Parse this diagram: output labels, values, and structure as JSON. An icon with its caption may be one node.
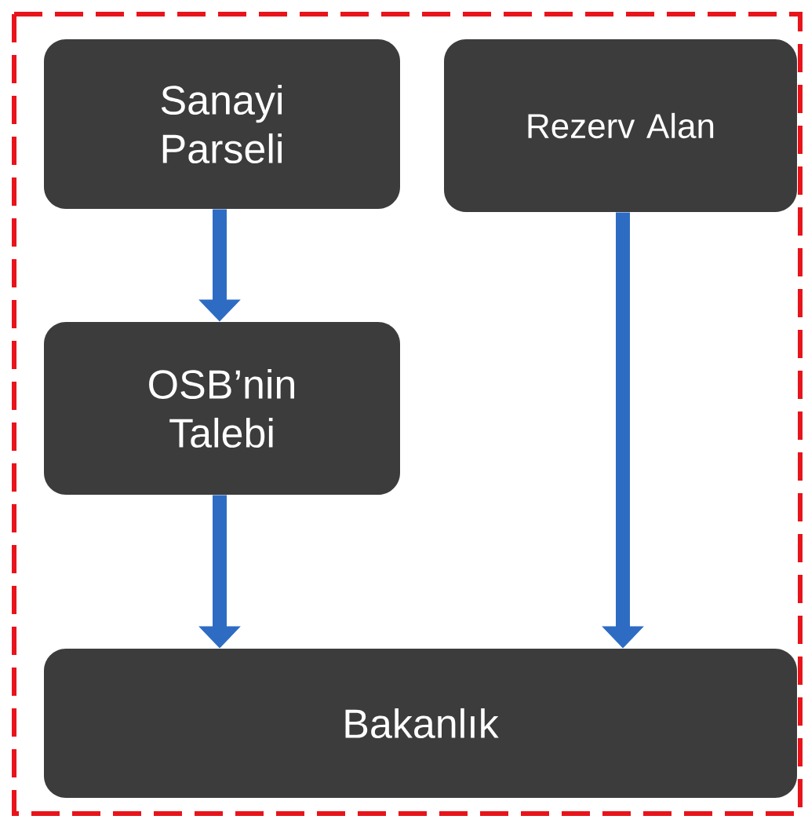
{
  "diagram": {
    "nodes": [
      {
        "text": [
          "Sanayi Parseli"
        ]
      },
      {
        "text": [
          "Rezerv Alan"
        ]
      },
      {
        "text": [
          "OSB’nin Talebi"
        ]
      },
      {
        "text": [
          "Bakanlık"
        ]
      }
    ],
    "edges": [
      {
        "from": 0,
        "to": 2,
        "arrow": "to"
      },
      {
        "from": 2,
        "to": 3,
        "arrow": "to"
      },
      {
        "from": 1,
        "to": 3,
        "arrow": "to"
      }
    ]
  }
}
